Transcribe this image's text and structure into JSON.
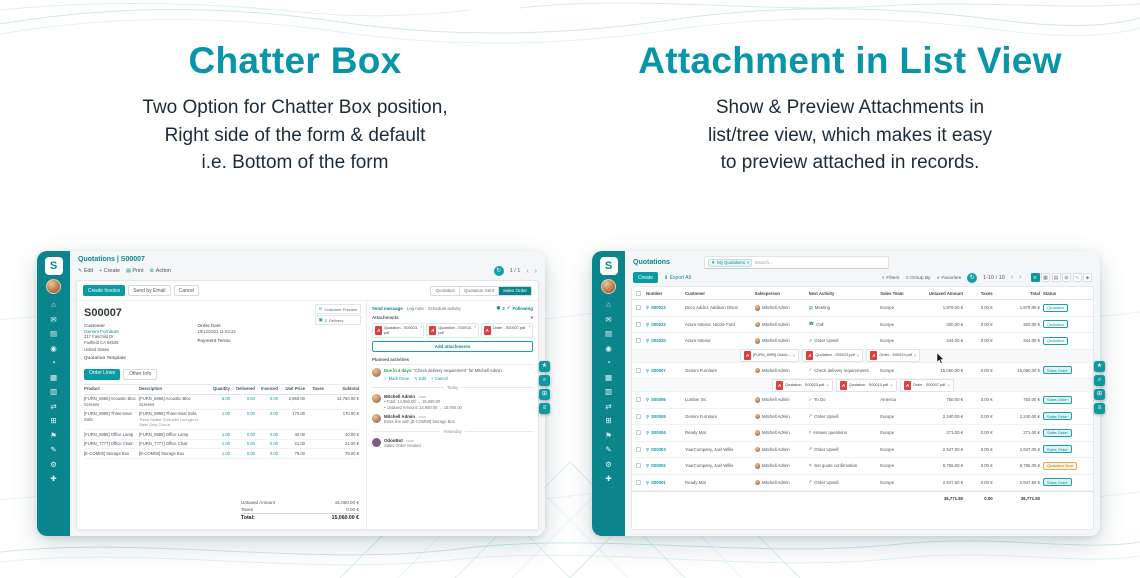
{
  "hero": {
    "left": {
      "title": "Chatter Box",
      "line1": "Two Option for Chatter Box position,",
      "line2": "Right side of the form & default",
      "line3": "i.e. Bottom of the form"
    },
    "right": {
      "title": "Attachment in List View",
      "line1": "Show & Preview Attachments in",
      "line2": "list/tree view, which makes it easy",
      "line3": "to preview attached in records."
    }
  },
  "colors": {
    "accent_teal": "#0795a9",
    "sidebar_teal": "#0a858c",
    "text_dark": "#1c2b3a",
    "pdf_red": "#e03e3e"
  },
  "icons": {
    "edit": "✎",
    "plus": "+",
    "print": "▤",
    "gear": "⚙",
    "refresh": "↻",
    "prev": "‹",
    "next": "›",
    "close": "×",
    "check": "✓",
    "star": "★",
    "caret": "▾",
    "clock": "◷",
    "search": "⌕",
    "attach": "⚲",
    "download": "⬇",
    "filter": "▼",
    "person": "◉",
    "globe": "⊙",
    "truck": "▣",
    "list_view": "≡",
    "kanban_view": "▦",
    "calendar_view": "▤",
    "pivot_view": "⊞",
    "graph_view": "∿",
    "map_view": "◈",
    "phone": "☎",
    "calendar": "▤",
    "arrow_up": "➚",
    "question": "?",
    "mail": "✉",
    "pdf": "A",
    "menu": "≡",
    "grid_dots": "⊞",
    "dot": "•"
  },
  "sidebar": {
    "logo": "S",
    "items": [
      {
        "name": "home",
        "glyph": "⌂"
      },
      {
        "name": "discuss",
        "glyph": "✉"
      },
      {
        "name": "calendar",
        "glyph": "▤"
      },
      {
        "name": "contacts",
        "glyph": "◉"
      },
      {
        "name": "crm",
        "glyph": "◔"
      },
      {
        "name": "sales",
        "glyph": "▦"
      },
      {
        "name": "inventory",
        "glyph": "▥"
      },
      {
        "name": "purchase",
        "glyph": "⇄"
      },
      {
        "name": "accounting",
        "glyph": "⊞"
      },
      {
        "name": "project",
        "glyph": "⚑"
      },
      {
        "name": "email-marketing",
        "glyph": "✎"
      },
      {
        "name": "settings",
        "glyph": "⚙"
      },
      {
        "name": "apps",
        "glyph": "✚"
      }
    ]
  },
  "form_app": {
    "breadcrumb": "Quotations | S00007",
    "control": {
      "edit": "Edit",
      "create": "Create",
      "print": "Print",
      "action": "Action",
      "pager": "1 / 1"
    },
    "header_buttons": {
      "create_invoice": "Create Invoice",
      "send_email": "Send by Email",
      "cancel": "Cancel"
    },
    "statusbar": {
      "s1": "Quotation",
      "s2": "Quotation Sent",
      "s3": "Sales Order"
    },
    "smart": {
      "b1": "Customer Preview",
      "b2_value": "2",
      "b2_label": "Delivery"
    },
    "record": {
      "name": "S00007",
      "customer_label": "Customer",
      "customer_name": "Gemini Furniture",
      "addr1": "317 Fairchild Dr",
      "addr2": "Fairfield CA 94535",
      "addr3": "United States",
      "order_date_label": "Order Date",
      "order_date": "10/12/2022 11:53:23",
      "payment_terms_label": "Payment Terms",
      "template_label": "Quotation Template"
    },
    "tabs": {
      "t1": "Order Lines",
      "t2": "Other Info"
    },
    "table": {
      "h": {
        "product": "Product",
        "description": "Description",
        "qty": "Quantity",
        "delivered": "Delivered",
        "invoiced": "Invoiced",
        "price": "Unit Price",
        "taxes": "Taxes",
        "subtotal": "Subtotal"
      },
      "rows": [
        {
          "product": "[FURN_6666] Acoustic Bloc Screens",
          "desc": "[FURN_6666] Acoustic Bloc Screens",
          "desc2": "",
          "qty": "5.00",
          "del": "0.00",
          "inv": "0.00",
          "price": "2,950.00",
          "sub": "14,750.00 €"
        },
        {
          "product": "[FURN_8999] Three-Seat Sofa",
          "desc": "[FURN_8999] Three-Seat Sofa",
          "desc2": "Three Seater Sofa with Lounger in Steel Grey Colour",
          "qty": "1.00",
          "del": "0.00",
          "inv": "0.00",
          "price": "170.00",
          "sub": "170.00 €"
        },
        {
          "product": "[FURN_8888] Office Lamp",
          "desc": "[FURN_8888] Office Lamp",
          "desc2": "",
          "qty": "1.00",
          "del": "0.00",
          "inv": "0.00",
          "price": "40.00",
          "sub": "40.00 €"
        },
        {
          "product": "[FURN_7777] Office Chair",
          "desc": "[FURN_7777] Office Chair",
          "desc2": "",
          "qty": "1.00",
          "del": "0.00",
          "inv": "0.00",
          "price": "21.00",
          "sub": "21.00 €"
        },
        {
          "product": "[E-COM08] Storage Box",
          "desc": "[E-COM08] Storage Box",
          "desc2": "",
          "qty": "1.00",
          "del": "0.00",
          "inv": "0.00",
          "price": "79.00",
          "sub": "79.00 €"
        }
      ]
    },
    "totals": {
      "untaxed_label": "Untaxed Amount",
      "untaxed": "15,060.00 €",
      "taxes_label": "Taxes",
      "taxes": "0.00 €",
      "total_label": "Total:",
      "total": "15,060.00 €"
    },
    "chatter": {
      "send_message": "Send message",
      "log_note": "Log note",
      "schedule_activity": "Schedule activity",
      "followers_count": "2",
      "following": "Following",
      "attachments_label": "Attachments",
      "att": [
        {
          "name": "Quotation - S00023.pdf"
        },
        {
          "name": "Quotation - S00010.pdf"
        },
        {
          "name": "Order - S00007.pdf"
        }
      ],
      "add_attachments": "Add attachments",
      "planned_label": "Planned activities",
      "activity_due": "Due in 4 days:",
      "activity_summary": "\"Check delivery requirement\"",
      "activity_for": "for Mitchell Admin",
      "mark_done": "Mark Done",
      "edit": "Edit",
      "cancel": "Cancel",
      "today": "Today",
      "yesterday": "Yesterday",
      "m1_author": "Mitchell Admin",
      "m1_time": "- now",
      "m1_l1": "• Total: 14,950.00 → 15,060.00",
      "m1_l2": "• Untaxed Amount: 14,950.00 → 15,060.00",
      "m2_author": "Mitchell Admin",
      "m2_time": "- now",
      "m2_l1": "Extra line with [E-COM08] Storage Box",
      "m3_author": "OdooBot",
      "m3_time": "- now",
      "m3_l1": "Sales Order created"
    }
  },
  "list_app": {
    "breadcrumb": "Quotations",
    "search": {
      "facet": "My Quotations",
      "placeholder": "Search..."
    },
    "create": "Create",
    "export": "Export All",
    "filters": "Filters",
    "group_by": "Group By",
    "favorites": "Favorites",
    "pager": "1-10 / 10",
    "h": {
      "number": "Number",
      "customer": "Customer",
      "salesperson": "Salesperson",
      "activity": "Next Activity",
      "team": "Sales Team",
      "untaxed": "Untaxed Amount",
      "taxes": "Taxes",
      "total": "Total",
      "status": "Status"
    },
    "rows": [
      {
        "num": "S00023",
        "customer": "Deco Addict, Addison Olson",
        "sp": "Mitchell Admin",
        "act": "Meeting",
        "team": "Europe",
        "untaxed": "1,878.00 €",
        "taxes": "0.00 €",
        "total": "1,878.00 €",
        "status": "Quotation"
      },
      {
        "num": "S00022",
        "customer": "Azure Interior, Nicole Ford",
        "sp": "Mitchell Admin",
        "act": "Call",
        "team": "Europe",
        "untaxed": "320.00 €",
        "taxes": "0.00 €",
        "total": "320.00 €",
        "status": "Quotation"
      },
      {
        "num": "S00020",
        "customer": "Azure Interior",
        "sp": "Mitchell Admin",
        "act": "Order Upsell",
        "team": "Europe",
        "untaxed": "344.00 €",
        "taxes": "0.00 €",
        "total": "344.00 €",
        "status": "Quotation"
      },
      {
        "num": "S00007",
        "customer": "Gemini Furniture",
        "sp": "Mitchell Admin",
        "act": "Check delivery requirements",
        "team": "Europe",
        "untaxed": "15,060.00 €",
        "taxes": "0.00 €",
        "total": "15,060.00 €",
        "status": "Sales Order"
      },
      {
        "num": "S00006",
        "customer": "Lumber Inc",
        "sp": "Mitchell Admin",
        "act": "To Do",
        "team": "America",
        "untaxed": "750.00 €",
        "taxes": "0.00 €",
        "total": "750.00 €",
        "status": "Sales Order"
      },
      {
        "num": "S00005",
        "customer": "Gemini Furniture",
        "sp": "Mitchell Admin",
        "act": "Order Upsell",
        "team": "Europe",
        "untaxed": "2,240.00 €",
        "taxes": "0.00 €",
        "total": "2,240.00 €",
        "status": "Sales Order"
      },
      {
        "num": "S00004",
        "customer": "Ready Mat",
        "sp": "Mitchell Admin",
        "act": "Answer questions",
        "team": "Europe",
        "untaxed": "271.00 €",
        "taxes": "0.00 €",
        "total": "271.00 €",
        "status": "Sales Order"
      },
      {
        "num": "S00003",
        "customer": "YourCompany, Joel Willis",
        "sp": "Mitchell Admin",
        "act": "Order Upsell",
        "team": "Europe",
        "untaxed": "2,947.00 €",
        "taxes": "0.00 €",
        "total": "2,947.00 €",
        "status": "Sales Order"
      },
      {
        "num": "S00002",
        "customer": "YourCompany, Joel Willis",
        "sp": "Mitchell Admin",
        "act": "Set quote confirmation",
        "team": "Europe",
        "untaxed": "9,755.00 €",
        "taxes": "0.00 €",
        "total": "9,755.00 €",
        "status": "Quotation Sent"
      },
      {
        "num": "S00001",
        "customer": "Ready Mat",
        "sp": "Mitchell Admin",
        "act": "Order Upsell",
        "team": "Europe",
        "untaxed": "2,947.50 €",
        "taxes": "0.00 €",
        "total": "2,947.50 €",
        "status": "Sales Order"
      }
    ],
    "strip1": [
      {
        "name": "[FURN_8999] Outdo..."
      },
      {
        "name": "Quotation - S00023.pdf"
      },
      {
        "name": "Order - S00019.pdf"
      }
    ],
    "strip2": [
      {
        "name": "Quotation - S00023.pdf"
      },
      {
        "name": "Quotation - S00010.pdf"
      },
      {
        "name": "Order - S00007.pdf"
      }
    ],
    "footer": {
      "untaxed": "36,771.50",
      "taxes": "0.00",
      "total": "36,771.50"
    }
  }
}
